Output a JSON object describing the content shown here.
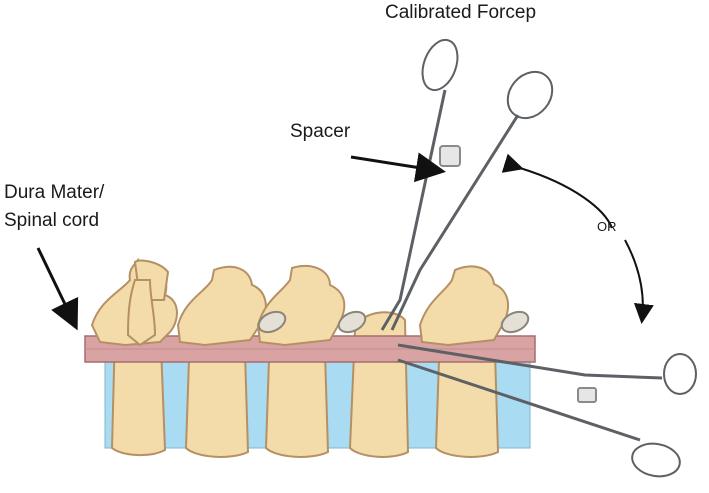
{
  "labels": {
    "instrument": "Calibrated Forcep",
    "spacer": "Spacer",
    "dura_line1": "Dura Mater/",
    "dura_line2": "Spinal cord",
    "or": "OR"
  },
  "colors": {
    "bone": "#f3dcaa",
    "bone_outline": "#b59064",
    "dura": "#d9a3a3",
    "dura_outline": "#a56d6d",
    "disc": "#a9dcf2",
    "steel": "#c6c9cc",
    "steel_outline": "#5d6166",
    "spacer": "#e6e6e6",
    "arrow": "#111111"
  }
}
